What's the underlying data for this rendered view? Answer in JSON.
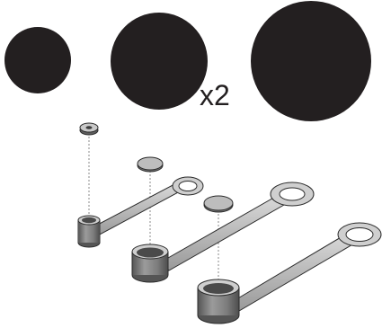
{
  "title": "",
  "quantity_label": "x2",
  "colors": {
    "disc_fill": "#231f20",
    "part_light": "#d7d7d7",
    "part_mid": "#a9a9a9",
    "part_dark": "#6f6f6f",
    "part_outline": "#2b2b2b",
    "guide_line": "#8a8a8a"
  },
  "components": [
    {
      "name": "small-disc",
      "label": ""
    },
    {
      "name": "medium-disc",
      "label": ""
    },
    {
      "name": "large-disc",
      "label": ""
    }
  ]
}
